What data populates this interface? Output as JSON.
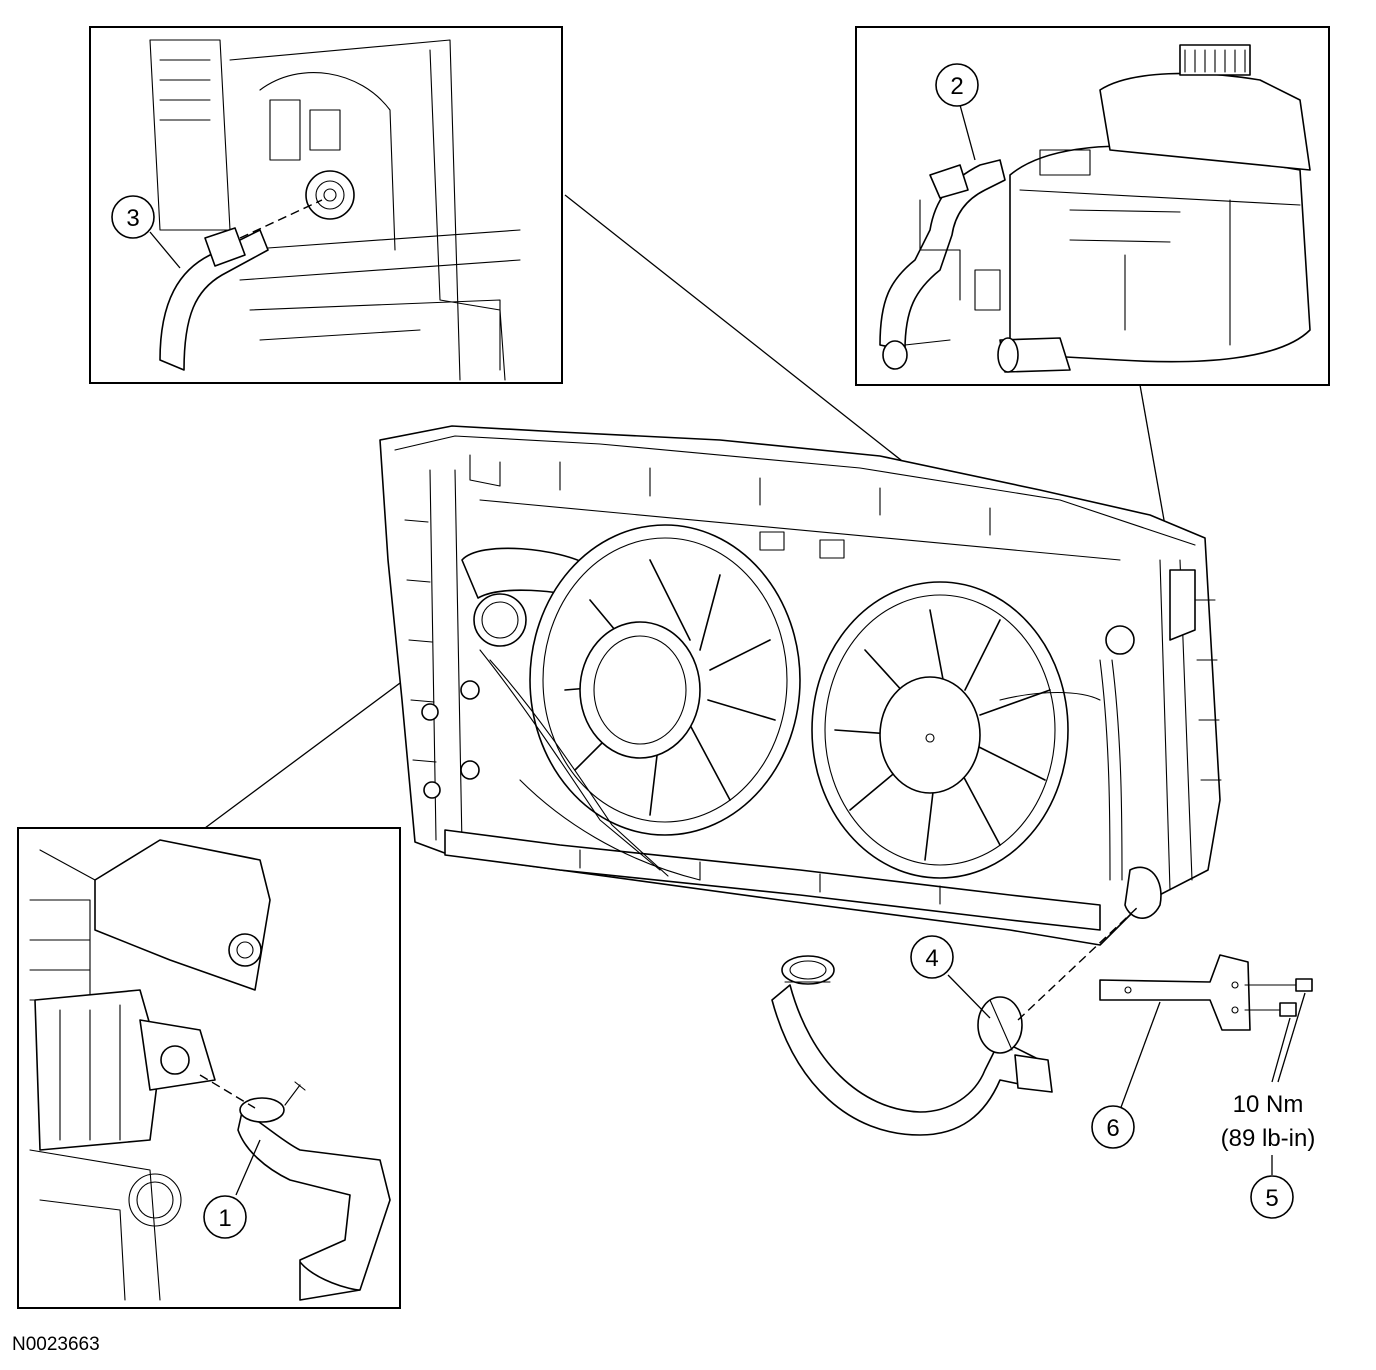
{
  "drawing_code": "N0023663",
  "callouts": [
    "1",
    "2",
    "3",
    "4",
    "5",
    "6"
  ],
  "torque": {
    "metric": "10 Nm",
    "imperial": "(89 lb-in)"
  }
}
